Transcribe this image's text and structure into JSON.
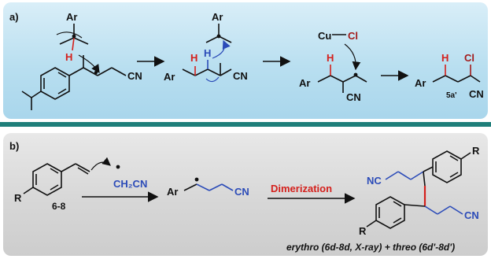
{
  "colors": {
    "panel_a_bg": "#b9dff0",
    "panel_b_bg": "#d7d7d7",
    "divider": "#1f7f7a",
    "red": "#d4201c",
    "blue": "#2b4bb8",
    "ink": "#111111"
  },
  "panel_a": {
    "label": "a)",
    "s1": {
      "ar": "Ar",
      "h": "H",
      "cn": "CN"
    },
    "s2": {
      "ar_top": "Ar",
      "h_left": "H",
      "h_mid": "H",
      "ar": "Ar",
      "cn": "CN"
    },
    "s3": {
      "cu": "Cu",
      "cl": "Cl",
      "h": "H",
      "ar": "Ar",
      "cn": "CN"
    },
    "s4": {
      "h": "H",
      "cl": "Cl",
      "ar": "Ar",
      "cn": "CN",
      "code": "5a'"
    }
  },
  "panel_b": {
    "label": "b)",
    "reactant": {
      "r": "R",
      "code": "6-8"
    },
    "radical_reagent": "CH₂CN",
    "intermediate": {
      "ar": "Ar",
      "cn": "CN"
    },
    "arrow_label": "Dimerization",
    "product": {
      "nc": "NC",
      "r_top": "R",
      "r_bottom": "R",
      "cn": "CN"
    },
    "caption": "erythro (6d-8d, X-ray) + threo (6d'-8d')"
  }
}
